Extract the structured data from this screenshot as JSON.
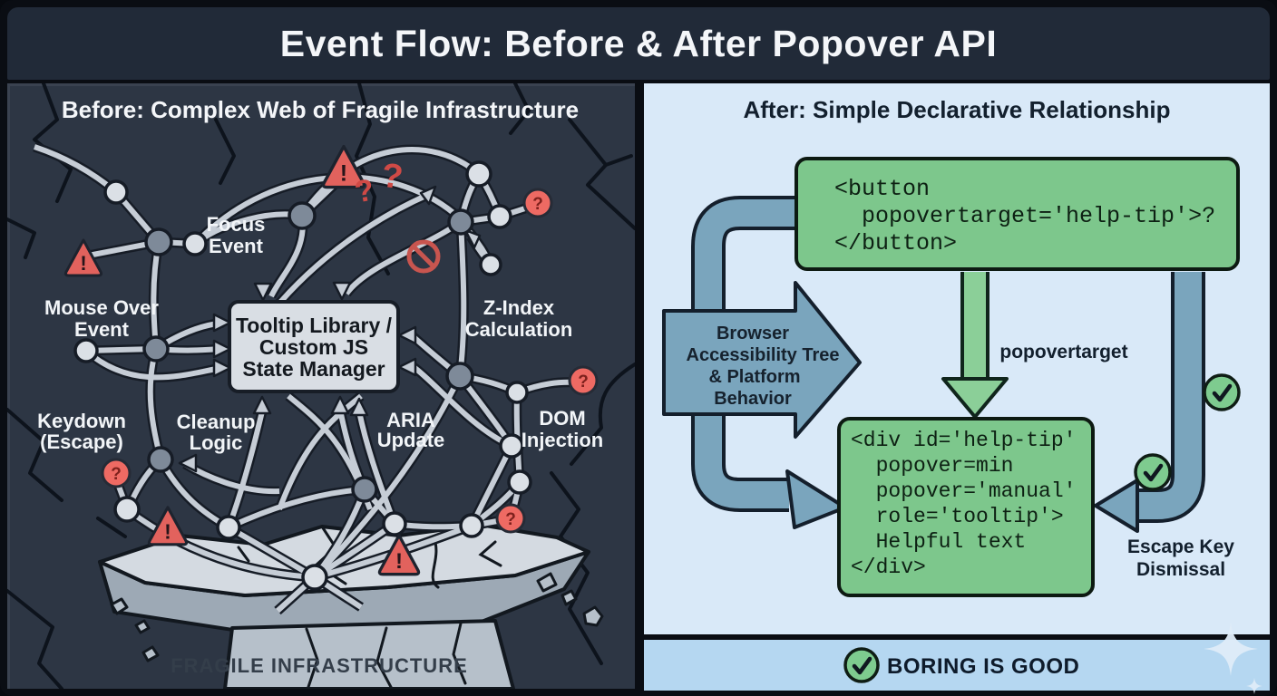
{
  "title": {
    "text": "Event Flow: Before & After Popover API"
  },
  "before": {
    "heading": "Before: Complex Web of Fragile Infrastructure",
    "center_box": [
      "Tooltip Library /",
      "Custom JS",
      "State Manager"
    ],
    "labels": {
      "focus_event": [
        "Focus",
        "Event"
      ],
      "mouse_over": [
        "Mouse Over",
        "Event"
      ],
      "z_index": [
        "Z-Index",
        "Calculation"
      ],
      "keydown": [
        "Keydown",
        "(Escape)"
      ],
      "cleanup": [
        "Cleanup",
        "Logic"
      ],
      "aria": [
        "ARIA",
        "Update"
      ],
      "dom": [
        "DOM",
        "Injection"
      ]
    },
    "caption": "FRAGILE INFRASTRUCTURE",
    "warning_glyph": "!",
    "question_glyph": "?"
  },
  "after": {
    "heading": "After: Simple Declarative Relationship",
    "button_code": [
      "<button",
      "  popovertarget='help-tip'>?",
      "</button>"
    ],
    "browser_arrow": [
      "Browser",
      "Accessibility Tree",
      "& Platform",
      "Behavior"
    ],
    "popover_label": "popovertarget",
    "div_code": [
      "<div id='help-tip'",
      "  popover=min",
      "  popover='manual'",
      "  role='tooltip'>",
      "  Helpful text",
      "</div>"
    ],
    "escape_label": [
      "Escape Key",
      "Dismissal"
    ],
    "footer": "BORING IS GOOD"
  },
  "colors": {
    "title_bar": "#212a38",
    "before_bg": "#2d3644",
    "after_bg": "#d9e9f8",
    "footer_bg": "#b5d7f1",
    "green_box": "#7dc78c",
    "blue_arrow": "#7aa5bd",
    "alert_red": "#e2625d",
    "node_light": "#dbe0e6",
    "node_dark": "#7e8a99"
  },
  "icons": {
    "warning": "!",
    "question": "?",
    "check": "check-mark",
    "prohibited": "circle-slash",
    "sparkle": "four-point-star"
  }
}
